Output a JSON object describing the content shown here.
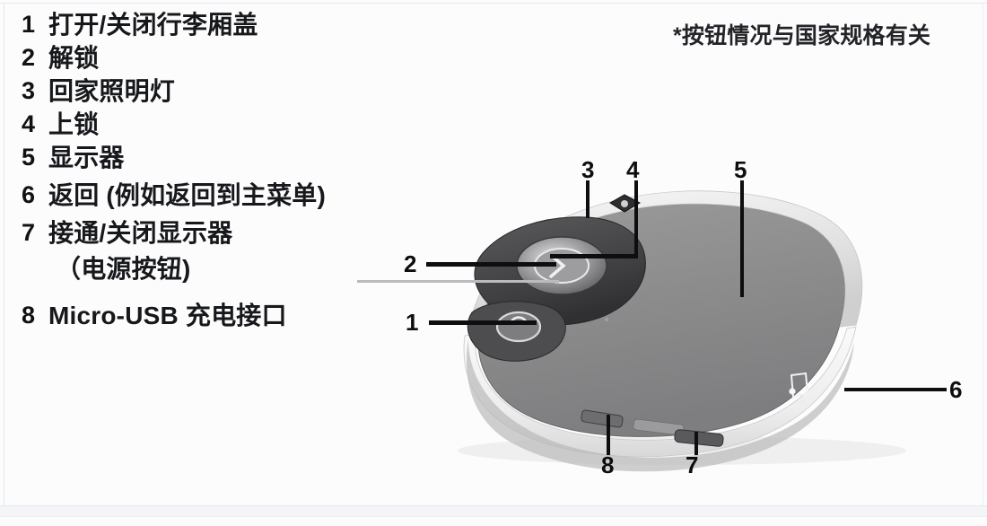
{
  "document": {
    "kind": "key-fob-button-legend-diagram",
    "language": "zh-CN"
  },
  "legend": {
    "items": [
      {
        "num": "1",
        "label": "打开/关闭行李厢盖"
      },
      {
        "num": "2",
        "label": "解锁"
      },
      {
        "num": "3",
        "label": "回家照明灯"
      },
      {
        "num": "4",
        "label": "上锁"
      },
      {
        "num": "5",
        "label": "显示器"
      },
      {
        "num": "6",
        "label": "返回 (例如返回到主菜单)"
      },
      {
        "num": "7",
        "label": "接通/关闭显示器",
        "label2": "（电源按钮)"
      },
      {
        "num": "8",
        "label": "Micro-USB 充电接口"
      }
    ]
  },
  "footnote": {
    "marker": "*",
    "text": "*按钮情况与国家规格有关"
  },
  "callouts": [
    {
      "id": "1",
      "label": "1"
    },
    {
      "id": "2",
      "label": "2"
    },
    {
      "id": "3",
      "label": "3"
    },
    {
      "id": "4",
      "label": "4"
    },
    {
      "id": "5",
      "label": "5"
    },
    {
      "id": "6",
      "label": "6"
    },
    {
      "id": "7",
      "label": "7"
    },
    {
      "id": "8",
      "label": "8"
    }
  ],
  "device": {
    "name": "car-key-fob",
    "colors": {
      "body_gray": "#8a8a8a",
      "body_light": "#e9e9ea",
      "body_white": "#f3f3f4",
      "dark_panel": "#4b4b4d",
      "shadow": "#6e6e70",
      "outline": "#2a2a2c",
      "background": "#fcfcfd",
      "text": "#17181b"
    }
  }
}
